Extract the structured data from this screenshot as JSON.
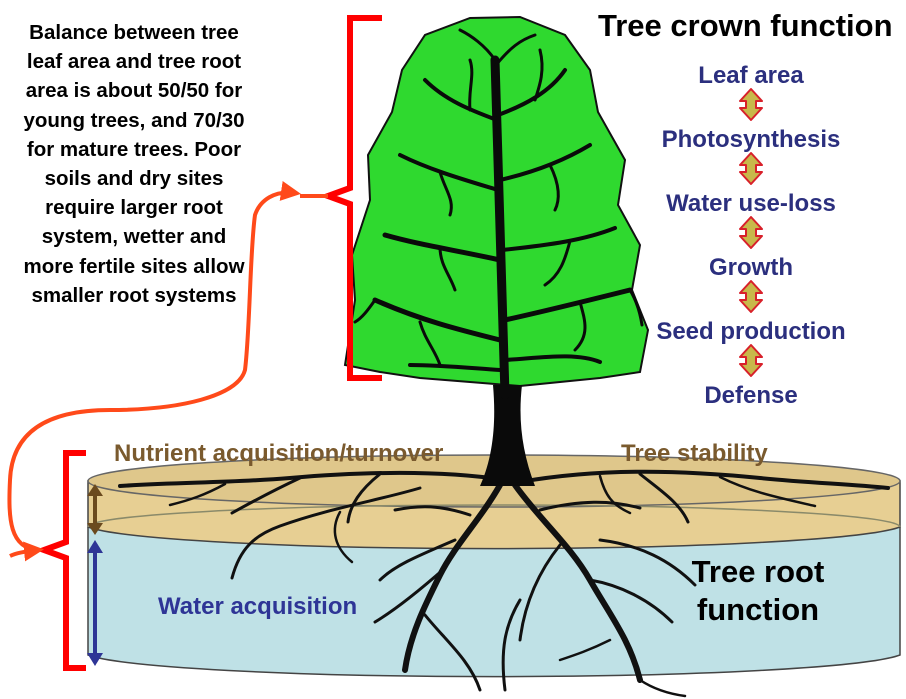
{
  "crown": {
    "title": "Tree crown function",
    "functions": [
      "Leaf area",
      "Photosynthesis",
      "Water use-loss",
      "Growth",
      "Seed production",
      "Defense"
    ]
  },
  "balance_note": "Balance between tree leaf area and tree root area is about 50/50 for young trees, and 70/30 for mature trees.  Poor soils and dry sites require larger root system, wetter and more fertile sites allow smaller root systems",
  "roots": {
    "nutrient_label": "Nutrient acquisition/turnover",
    "stability_label": "Tree stability",
    "water_label": "Water acquisition",
    "function_title": "Tree root function"
  },
  "colors": {
    "crown_fill": "#2fd92f",
    "trunk": "#0a0a0a",
    "bracket": "#ff0000",
    "connector_arrow": "#ff4a1a",
    "function_text": "#2b2f7e",
    "double_arrow_fill": "#c8b84a",
    "double_arrow_outline": "#d8202a",
    "topsoil_layer": "#e7cf93",
    "subsoil_layer": "#bfe1e6",
    "soil_depth_arrow_top": "#6b4a1e",
    "soil_depth_arrow_bottom": "#2e3596"
  }
}
